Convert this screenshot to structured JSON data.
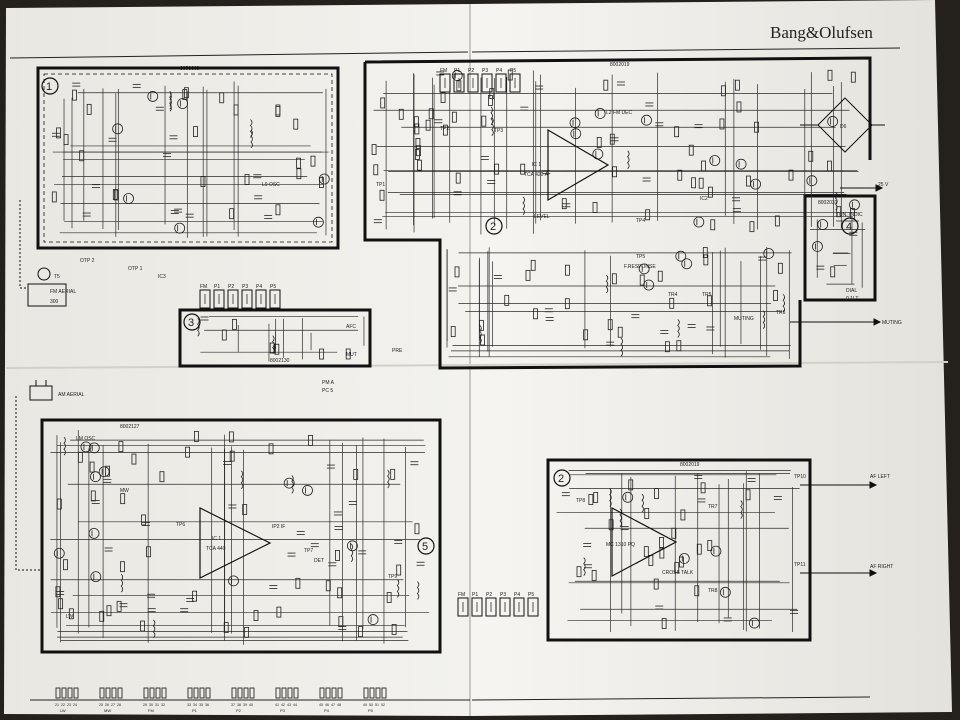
{
  "brand": "Bang&Olufsen",
  "sections": {
    "fm_tuner": {
      "num": "1",
      "code": "8050063"
    },
    "if_stage": {
      "num": "2",
      "code": "8002019"
    },
    "switches": {
      "num": "3",
      "code": "8002130"
    },
    "display": {
      "num": "4",
      "code": "8002031"
    },
    "am_tuner": {
      "num": "5",
      "code": "8002127"
    },
    "decoder": {
      "num": "2",
      "code": "8002019"
    }
  },
  "labels": {
    "fm_aerial": "FM AERIAL",
    "fm_aerial_ohm": "300",
    "fm_aerial_ref": "T5",
    "am_aerial": "AM AERIAL",
    "fm_osc": "L9 OSC",
    "fm_dec": "L2 FM DEC",
    "tca420": "TCA 420 A",
    "ic1": "IC 1",
    "level": "LEVEL",
    "response": "F.RESPONSE",
    "muting": "MUTING",
    "muting_out": "MUTING",
    "tun_indic": "TUN. INDIC",
    "dial": "DIAL",
    "dial_bulb": "0.1LT",
    "tca440": "TCA 440",
    "am_ic1": "IC 1",
    "mc1310": "MC 1310 PQ",
    "cross_talk": "CROSS TALK",
    "af_left": "AF LEFT",
    "af_right": "AF RIGHT",
    "supply": "25 V",
    "otp2": "OTP 2",
    "otp1": "OTP 1",
    "ic3": "IC3",
    "ic2": "IC2",
    "pm_a": "PM A",
    "pc5": "PC 5",
    "lw": "LW",
    "mw": "MW",
    "ip2_if": "IP2 IF",
    "det": "DET",
    "afc": "AFC",
    "mute": "MUT",
    "tp1": "TP1",
    "tp2": "TP2",
    "tp3": "TP3",
    "tp4": "TP4",
    "tp5": "TP5",
    "tp6": "TP6",
    "tp7": "TP7",
    "tp8": "TP8",
    "tp9": "TP9",
    "tp10": "TP10",
    "tp11": "TP11",
    "ld_am_osc": "LM OSC",
    "d6": "D6",
    "tr4": "TR4",
    "tr5": "TR5",
    "tr6": "TR6",
    "tr7": "TR7",
    "tr8": "TR8",
    "pre": "PRE"
  },
  "presets_top": [
    "FM",
    "P1",
    "P2",
    "P3",
    "P4",
    "P5"
  ],
  "presets_mid": [
    "FM",
    "P1",
    "P2",
    "P3",
    "P4",
    "P5"
  ],
  "presets_bottom": [
    "FM",
    "P1",
    "P2",
    "P3",
    "P4",
    "P5"
  ],
  "legend_groups": [
    {
      "label": "LW",
      "nums": [
        "21",
        "22",
        "23",
        "24"
      ]
    },
    {
      "label": "MW",
      "nums": [
        "25",
        "26",
        "27",
        "28"
      ]
    },
    {
      "label": "FM",
      "nums": [
        "29",
        "30",
        "31",
        "32"
      ]
    },
    {
      "label": "P1",
      "nums": [
        "33",
        "34",
        "35",
        "36"
      ]
    },
    {
      "label": "P2",
      "nums": [
        "37",
        "38",
        "39",
        "40"
      ]
    },
    {
      "label": "P3",
      "nums": [
        "41",
        "42",
        "43",
        "44"
      ]
    },
    {
      "label": "P4",
      "nums": [
        "45",
        "46",
        "47",
        "48"
      ]
    },
    {
      "label": "P5",
      "nums": [
        "49",
        "50",
        "51",
        "52"
      ]
    }
  ]
}
